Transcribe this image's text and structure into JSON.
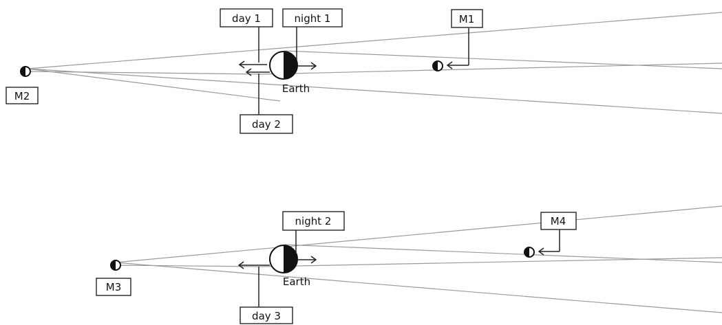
{
  "panels": [
    {
      "labels": {
        "day_a": "day 1",
        "night": "night 1",
        "day_b": "day 2",
        "moon_right": "M1",
        "moon_left": "M2",
        "earth": "Earth"
      }
    },
    {
      "labels": {
        "night": "night 2",
        "day_b": "day 3",
        "moon_right": "M4",
        "moon_left": "M3",
        "earth": "Earth"
      }
    }
  ],
  "colors": {
    "ray": "#9a9a9a",
    "ink": "#111111",
    "background": "#ffffff"
  },
  "icons": {
    "earth": "half-shaded-circle",
    "moon": "half-shaded-moon"
  }
}
